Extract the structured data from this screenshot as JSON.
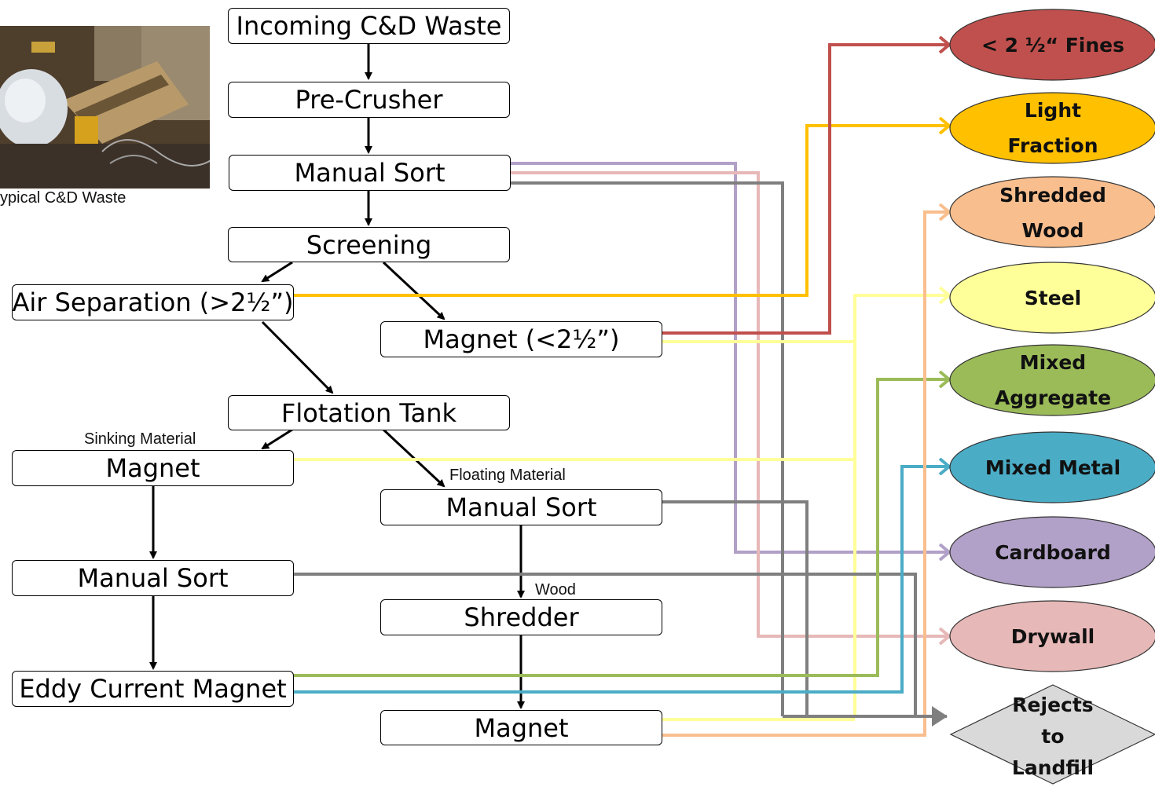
{
  "photo": {
    "caption": "ypical C&D Waste"
  },
  "process": {
    "incoming": "Incoming C&D Waste",
    "pre_crusher": "Pre-Crusher",
    "manual_sort_1": "Manual Sort",
    "screening": "Screening",
    "air_separation": "Air Separation (>2½”)",
    "magnet_fines": "Magnet (<2½”)",
    "flotation_tank": "Flotation Tank",
    "magnet_sink": "Magnet",
    "manual_sort_float": "Manual Sort",
    "manual_sort_sink": "Manual Sort",
    "shredder": "Shredder",
    "eddy_current": "Eddy Current Magnet",
    "magnet_final": "Magnet"
  },
  "labels": {
    "sinking": "Sinking Material",
    "floating": "Floating Material",
    "wood": "Wood"
  },
  "outputs": {
    "fines": "< 2 ½“ Fines",
    "light_fraction": "Light Fraction",
    "shredded_wood": "Shredded Wood",
    "steel": "Steel",
    "mixed_aggregate": "Mixed Aggregate",
    "mixed_metal": "Mixed Metal",
    "cardboard": "Cardboard",
    "drywall": "Drywall",
    "rejects": "Rejects to Landfill"
  },
  "colors": {
    "fines": "#C0504D",
    "light_fraction": "#FFC000",
    "shredded_wood": "#F9BE8E",
    "steel": "#FFFF99",
    "mixed_aggregate": "#9BBB59",
    "mixed_metal": "#4BACC6",
    "cardboard": "#B1A0C7",
    "drywall": "#E6B8B7",
    "rejects": "#D9D9D9",
    "rejects_line": "#7F7F7F"
  }
}
